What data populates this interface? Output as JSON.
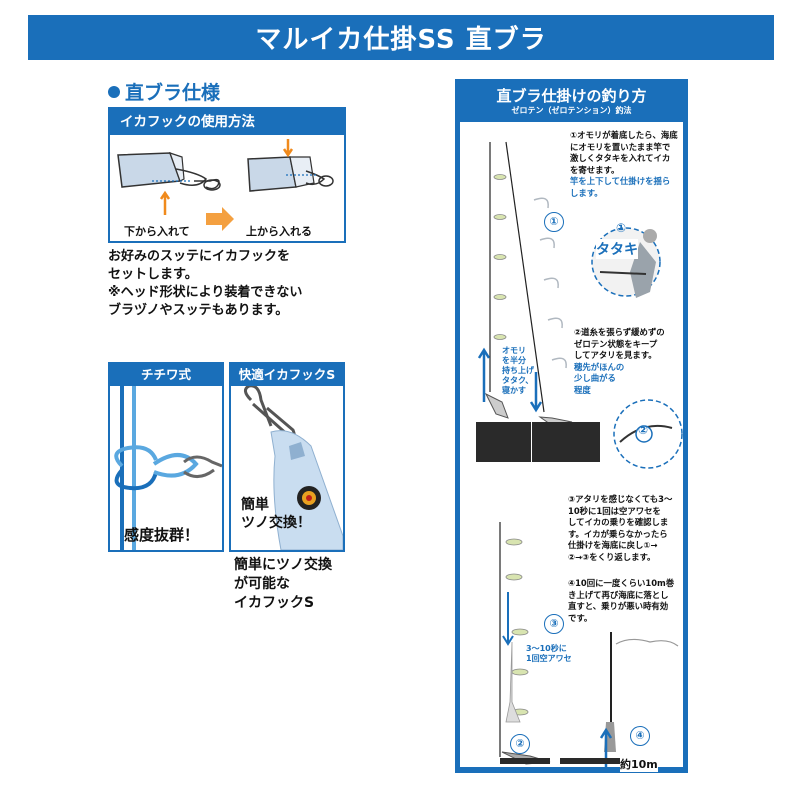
{
  "banner": {
    "title": "マルイカ仕掛SS 直ブラ"
  },
  "spec": {
    "title": "直ブラ仕様",
    "hook_box_title": "イカフックの使用方法",
    "label_from_below": "下から入れて",
    "label_from_above": "上から入れる",
    "description": [
      "お好みのスッテにイカフックを",
      "セットします。"
    ],
    "note": [
      "※ヘッド形状により装着できない",
      "ブラヅノやスッテもあります。"
    ]
  },
  "chichiwa": {
    "title": "チチワ式",
    "caption": "感度抜群！"
  },
  "easyhook": {
    "title": "快適イカフックS",
    "caption_line1": "簡単",
    "caption_line2": "ツノ交換！",
    "desc": [
      "簡単にツノ交換",
      "が可能な",
      "イカフックS"
    ]
  },
  "method": {
    "title": "直ブラ仕掛けの釣り方",
    "subtitle": "ゼロテン（ゼロテンション）釣法",
    "step1": [
      "①オモリが着底したら、海底",
      "にオモリを置いたまま竿で",
      "激しくタタキを入れてイカ",
      "を寄せます。"
    ],
    "step1_blue": [
      "竿を上下して仕掛けを揺ら",
      "します。"
    ],
    "tataki_label": "タタキ",
    "circle1": "①",
    "omori_note": [
      "オモリ",
      "を半分",
      "持ち上げ",
      "タタク、",
      "寝かす"
    ],
    "step2": [
      "②道糸を張らず緩めずの",
      "ゼロテン状態をキープ",
      "してアタリを見ます。"
    ],
    "step2_blue": [
      "穂先がほんの",
      "少し曲がる",
      "程度"
    ],
    "circle2": "②",
    "step3": [
      "③アタリを感じなくても3～",
      "10秒に1回は空アワセを",
      "してイカの乗りを確認しま",
      "す。イカが乗らなかったら",
      "仕掛けを海底に戻し①→",
      "②→③をくり返します。"
    ],
    "circle3": "③",
    "step3_note": [
      "3～10秒に",
      "1回空アワセ"
    ],
    "step4": [
      "④10回に一度くらい10m巻",
      "き上げて再び海底に落とし",
      "直すと、乗りが悪い時有効",
      "です。"
    ],
    "circle4": "④",
    "distance": "約10m"
  },
  "colors": {
    "brand_blue": "#1a6fba",
    "arrow_orange": "#f08a1c"
  }
}
